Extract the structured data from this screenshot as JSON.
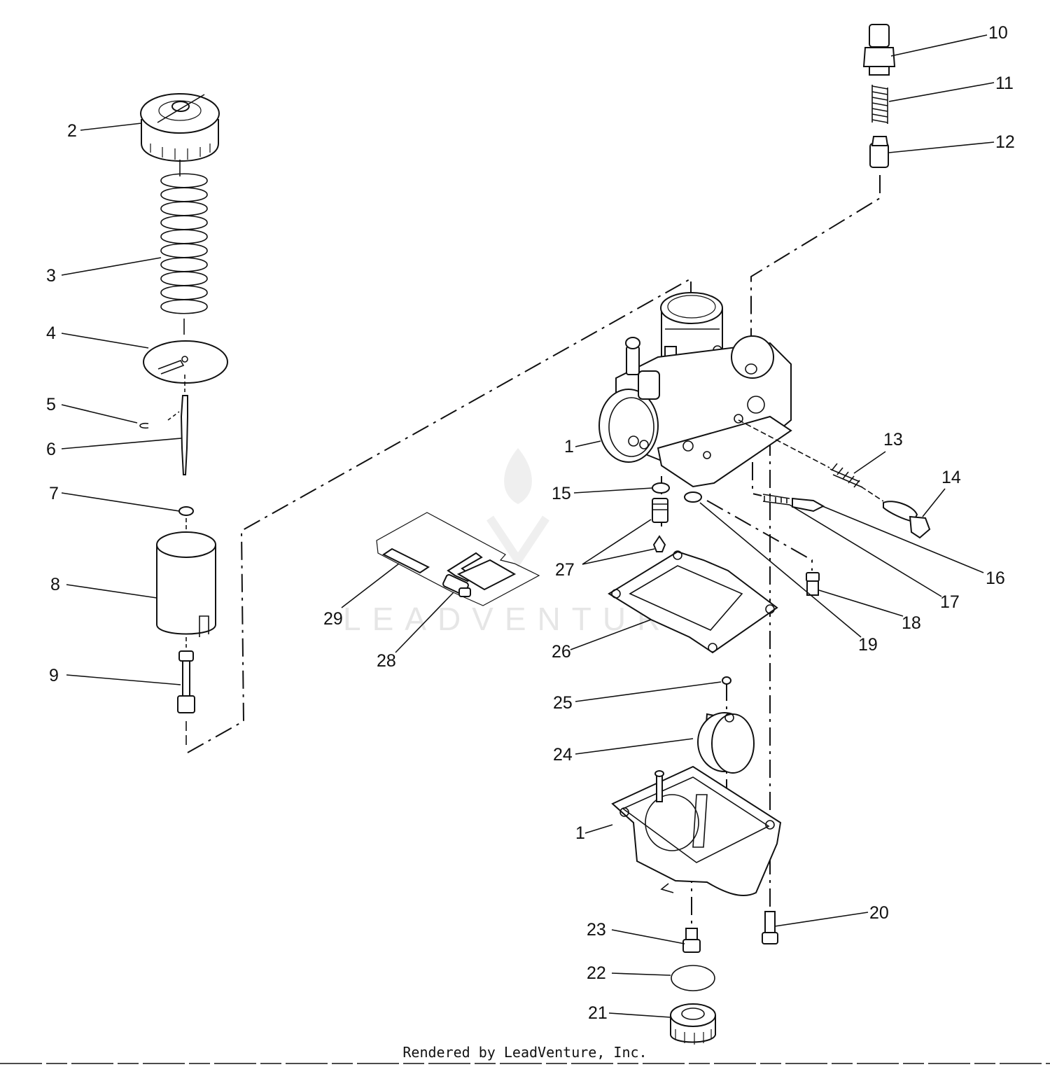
{
  "diagram": {
    "callouts": {
      "c1a": "1",
      "c1b": "1",
      "c2": "2",
      "c3": "3",
      "c4": "4",
      "c5": "5",
      "c6": "6",
      "c7": "7",
      "c8": "8",
      "c9": "9",
      "c10": "10",
      "c11": "11",
      "c12": "12",
      "c13": "13",
      "c14": "14",
      "c15": "15",
      "c16": "16",
      "c17": "17",
      "c18": "18",
      "c19": "19",
      "c20": "20",
      "c21": "21",
      "c22": "22",
      "c23": "23",
      "c24": "24",
      "c25": "25",
      "c26": "26",
      "c27": "27",
      "c28": "28",
      "c29": "29"
    },
    "watermark": "LEADVENTURE",
    "footer": "Rendered by LeadVenture, Inc."
  }
}
